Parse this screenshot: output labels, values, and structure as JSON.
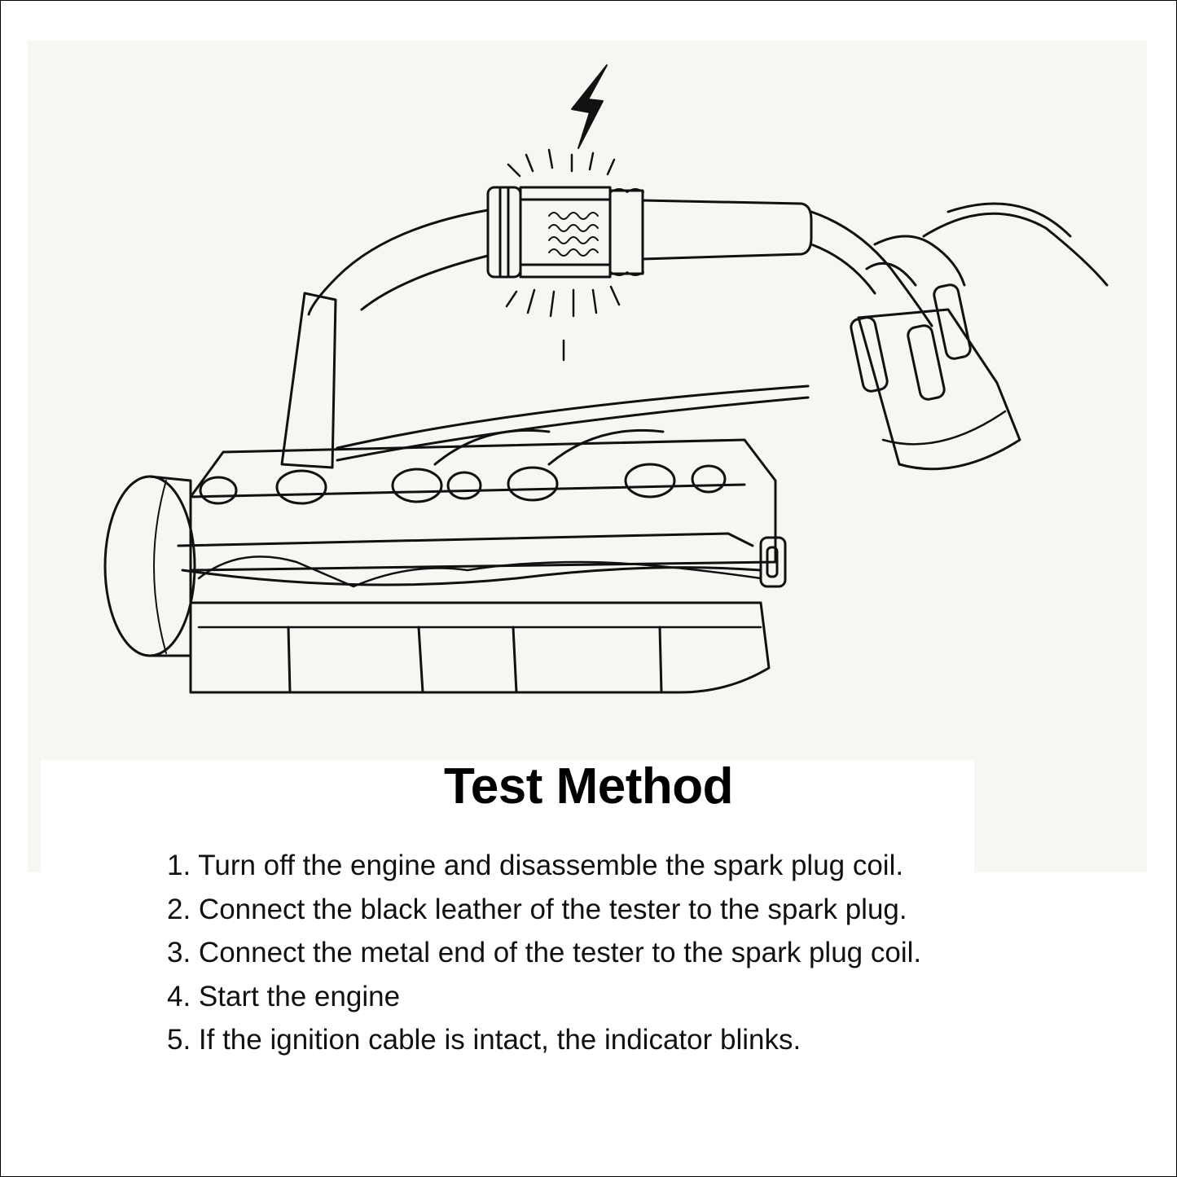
{
  "heading": "Test Method",
  "steps": [
    "1. Turn off the engine and disassemble the spark plug coil.",
    "2. Connect the black leather of the tester to the spark plug.",
    "3. Connect the metal end of the tester to the spark plug coil.",
    "4. Start the engine",
    "5. If the ignition cable is intact, the indicator blinks."
  ],
  "colors": {
    "illustration_background": "#f8f6f3",
    "line": "#111111",
    "page": "#ffffff"
  },
  "illustration": {
    "elements": [
      "lightning-bolt-icon",
      "spark-tester",
      "ignition-cables",
      "engine-block",
      "distributor-cap"
    ]
  }
}
